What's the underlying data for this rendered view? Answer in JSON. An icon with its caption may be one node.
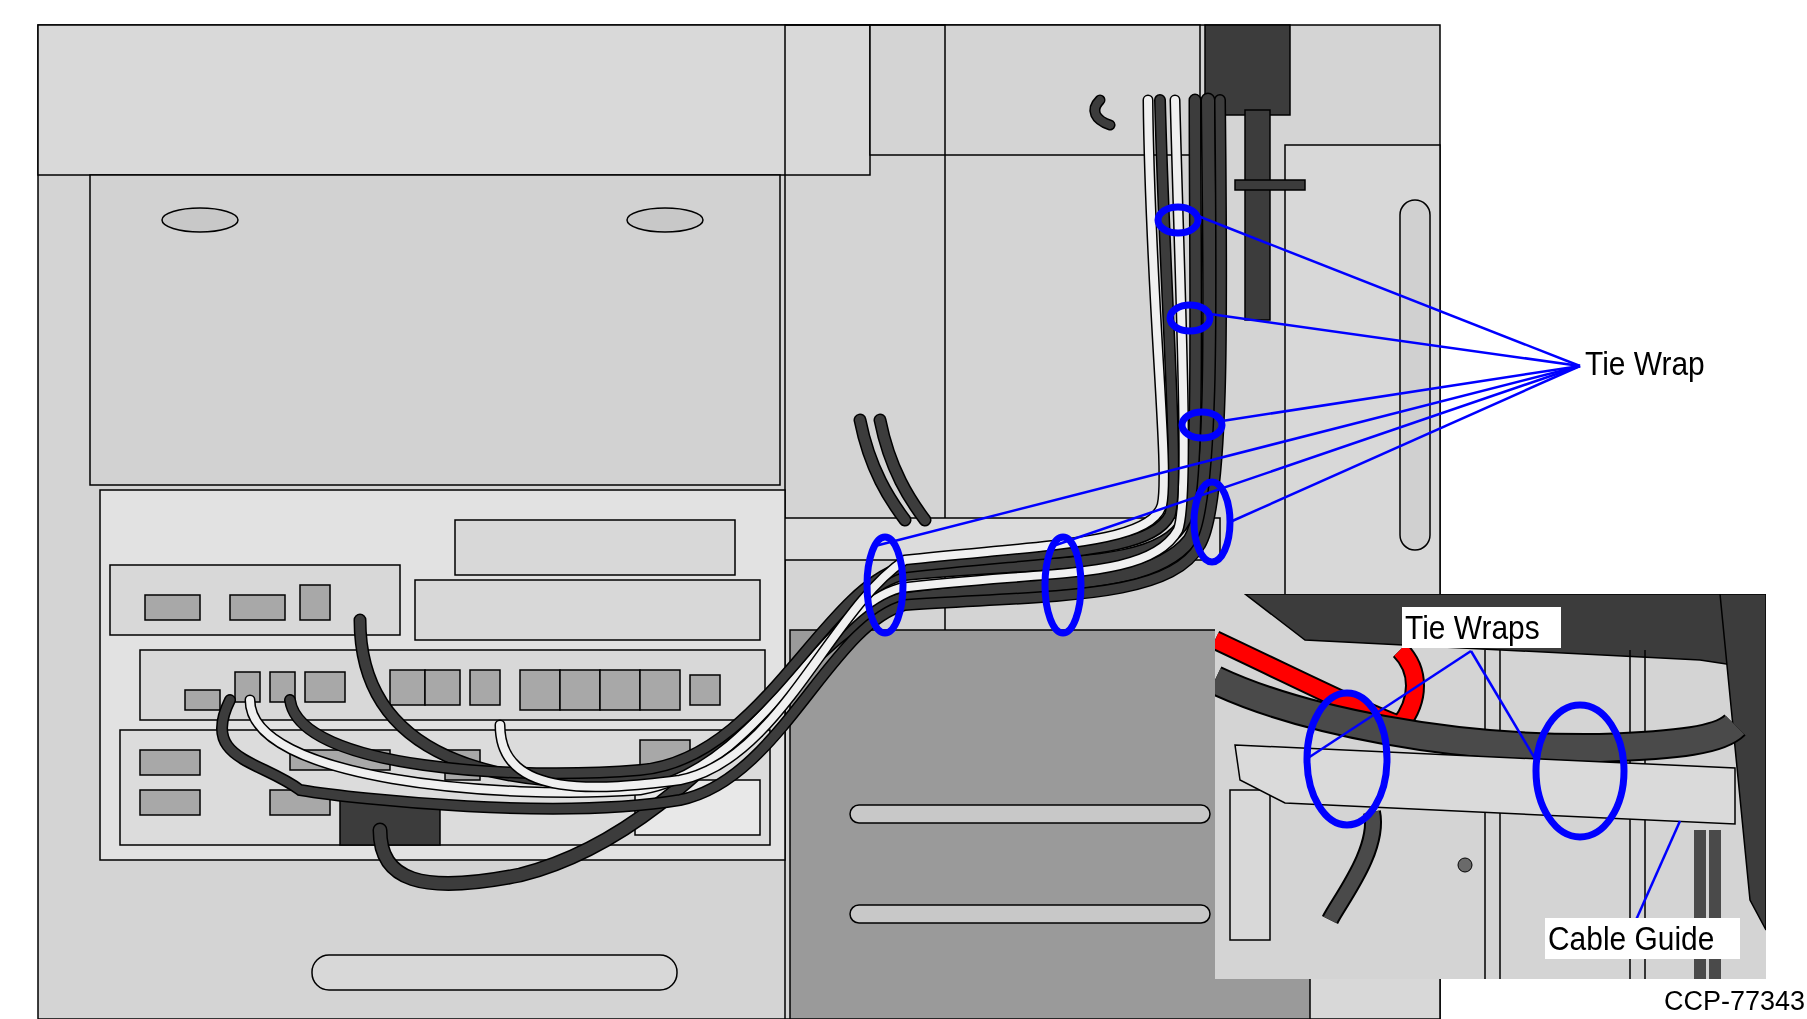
{
  "diagram": {
    "nodes": [
      {
        "text": [
          "Tie Wrap"
        ]
      },
      {
        "text": [],
        "shape": "ring"
      },
      {
        "text": [],
        "shape": "ring"
      },
      {
        "text": [],
        "shape": "ring"
      },
      {
        "text": [],
        "shape": "ring"
      },
      {
        "text": [],
        "shape": "ring"
      },
      {
        "text": [],
        "shape": "ring"
      },
      {
        "text": [
          "Tie Wraps"
        ]
      },
      {
        "text": [],
        "shape": "ring"
      },
      {
        "text": [],
        "shape": "ring"
      },
      {
        "text": [
          "Cable Guide"
        ]
      },
      {
        "text": [],
        "shape": "bar"
      }
    ],
    "edges": [
      {
        "from": 0,
        "to": 1,
        "arrow": "none"
      },
      {
        "from": 0,
        "to": 2,
        "arrow": "none"
      },
      {
        "from": 0,
        "to": 3,
        "arrow": "none"
      },
      {
        "from": 0,
        "to": 4,
        "arrow": "none"
      },
      {
        "from": 0,
        "to": 5,
        "arrow": "none"
      },
      {
        "from": 0,
        "to": 6,
        "arrow": "none"
      },
      {
        "from": 7,
        "to": 8,
        "arrow": "none"
      },
      {
        "from": 7,
        "to": 9,
        "arrow": "none"
      },
      {
        "from": 10,
        "to": 11,
        "arrow": "none"
      }
    ],
    "labels": [
      "CCP-77343"
    ]
  }
}
